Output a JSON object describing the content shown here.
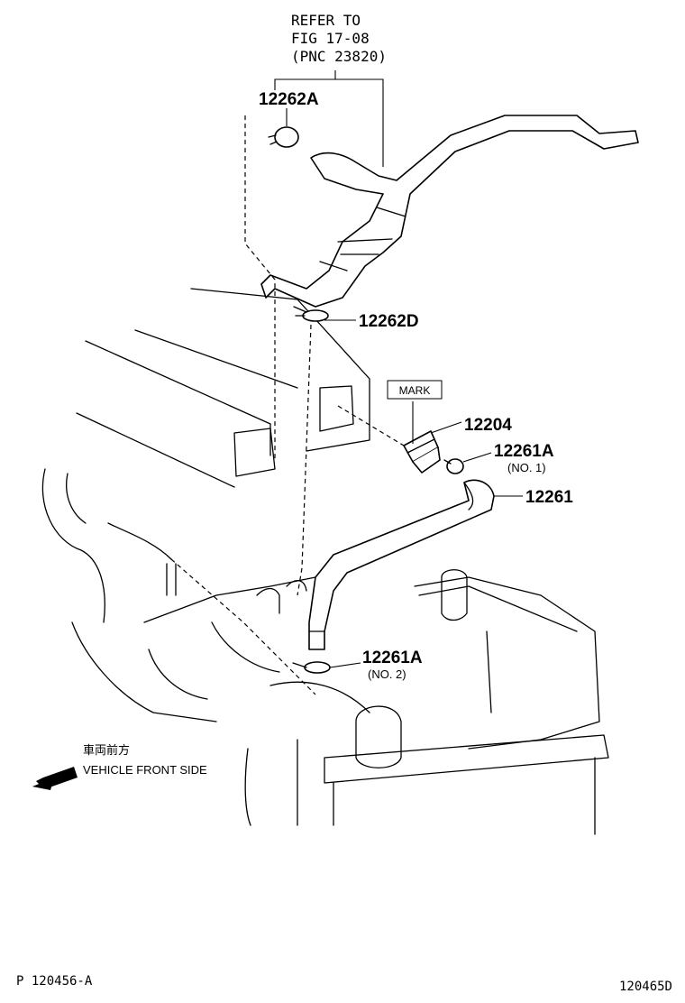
{
  "reference_note": {
    "line1": "REFER TO",
    "line2": "FIG 17-08",
    "line3": "(PNC 23820)"
  },
  "callouts": {
    "p12262A": "12262A",
    "p12262D": "12262D",
    "mark": "MARK",
    "p12204": "12204",
    "p12261A_1": "12261A",
    "p12261A_1_note": "(NO. 1)",
    "p12261": "12261",
    "p12261A_2": "12261A",
    "p12261A_2_note": "(NO. 2)"
  },
  "direction": {
    "japanese": "車両前方",
    "english": "VEHICLE FRONT SIDE"
  },
  "footer": {
    "left_code": "P 120456-A",
    "right_code": "120465D"
  }
}
